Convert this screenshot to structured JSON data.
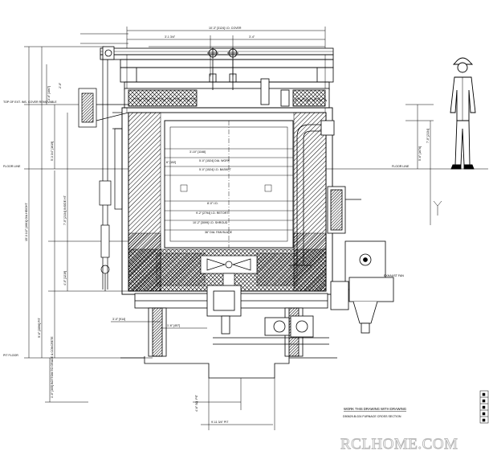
{
  "drawing": {
    "top_dims": {
      "overall_width": "10'-3\" [3124] I.D. COVER",
      "left_seg": "3'-1 3/4\"",
      "right_seg": "3'-4\""
    },
    "left_labels": {
      "top_of_ext": "TOP OF EXT. INS. COVER REMOVABLE",
      "floor_line": "FLOOR LINE",
      "pit_floor": "PIT FLOOR",
      "overall_height": "15'-3 1/2\" [4661] O/A HEIGHT",
      "above_floor": "5'-3 3/4\" [1619]",
      "inside_height": "7'-0\" [2134] INSIDE HT.",
      "pit_depth": "9'-6\" [2896] PIT",
      "lower": "4'-0\" [1219]",
      "bottom": "1'-0\" [305] BOTTOM TO GRADE & CONCRETE",
      "upper_side": "3'-6\" [1067]",
      "sill": "2'-0\""
    },
    "furnace_labels": {
      "inner_top": "3'-10\" [1168]",
      "work_dia": "5'-0\" [1524] DIA. WORK",
      "baskets": "5'-0\" [1524] I.D. BASKET",
      "retort": "8'-0\" I.D.",
      "retort_dia": "9'-2\" [2794] I.D. RETORT",
      "cover_id": "10'-2\" [3099] I.D. SHROUD",
      "fan": "36\" DIA. FAN BLADE",
      "depth_small": "6\" [152]",
      "pit_width": "9'-11 3/4\" PIT",
      "pit_mid": "4'-6\" SQ. PIT",
      "bottom_dim": "3'-0\" [914]",
      "fan_clear": "1'-6\" [457]"
    },
    "right_labels": {
      "floor_line": "FLOOR LINE",
      "above_floor": "5'-6\" [1676]",
      "clearance": "7'-0\" [2134]",
      "exhaust": "EXHAUST FAN"
    },
    "notes": {
      "work_note": "WORK THIS DRAWING WITH DRAWING",
      "drawing_no": "D50629-B-024 FURNACE CROSS SECTION"
    },
    "watermark": "RCLHOME.COM"
  }
}
